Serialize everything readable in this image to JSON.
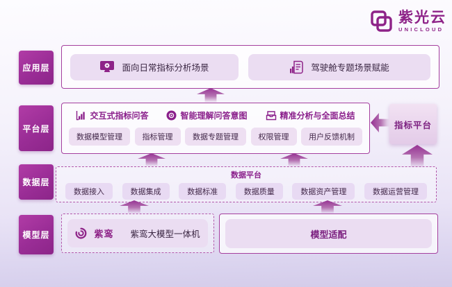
{
  "brand": {
    "name_cn": "紫光云",
    "name_en": "UNICLOUD"
  },
  "layers": {
    "app": {
      "tab": "应用层",
      "cards": [
        {
          "icon": "monitor-gear-icon",
          "label": "面向日常指标分析场景"
        },
        {
          "icon": "report-chart-icon",
          "label": "驾驶舱专题场景赋能"
        }
      ]
    },
    "platform": {
      "tab": "平台层",
      "features": [
        {
          "icon": "bar-chart-icon",
          "label": "交互式指标问答"
        },
        {
          "icon": "ai-circle-icon",
          "label": "智能理解问答意图"
        },
        {
          "icon": "mail-icon",
          "label": "精准分析与全面总结"
        }
      ],
      "modules": [
        "数据模型管理",
        "指标管理",
        "数据专题管理",
        "权限管理",
        "用户反馈机制"
      ],
      "side_panel": "指标平台"
    },
    "data": {
      "tab": "数据层",
      "title": "数据平台",
      "modules": [
        "数据接入",
        "数据集成",
        "数据标准",
        "数据质量",
        "数据资产管理",
        "数据运营管理"
      ]
    },
    "model": {
      "tab": "模型层",
      "left_card": {
        "icon": "ziluan-spiral-icon",
        "brand": "紫鸾",
        "label": "紫鸾大模型一体机"
      },
      "right_card": {
        "label": "模型适配"
      }
    }
  },
  "colors": {
    "primary": "#8E2388",
    "border": "#A43F9E",
    "card_bg": "#EBDDF2"
  }
}
